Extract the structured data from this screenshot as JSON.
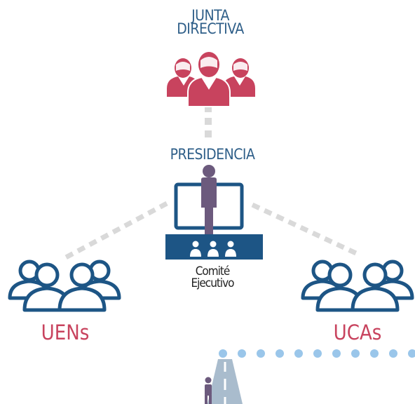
{
  "labels": {
    "junta_line1": "JUNTA",
    "junta_line2": "DIRECTIVA",
    "presidencia": "PRESIDENCIA",
    "comite_line1": "Comité",
    "comite_line2": "Ejecutivo",
    "uens": "UENs",
    "ucas": "UCAs"
  },
  "icons": {
    "board": "group-person-icon",
    "president": "person-at-screen-icon",
    "committee": "three-person-seat-icon",
    "uens": "group-outline-icon",
    "ucas": "group-outline-icon",
    "road": "road-icon",
    "walker": "walking-person-icon"
  },
  "colors": {
    "pink": "#c8435e",
    "blue": "#2f5f89",
    "navy": "#1d5585",
    "purple": "#6c5a7d",
    "connector": "#d9d9d9",
    "dots": "#9ac6ea",
    "road": "#a9bccd"
  }
}
